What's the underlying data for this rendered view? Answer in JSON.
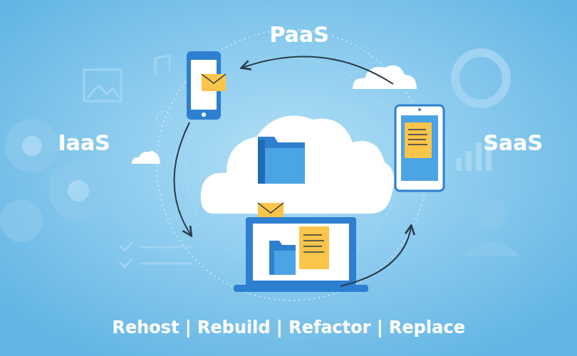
{
  "diagram": {
    "labels": [
      "PaaS",
      "IaaS",
      "SaaS",
      "Rehost | Rebuild | Refactor | Replace"
    ]
  }
}
